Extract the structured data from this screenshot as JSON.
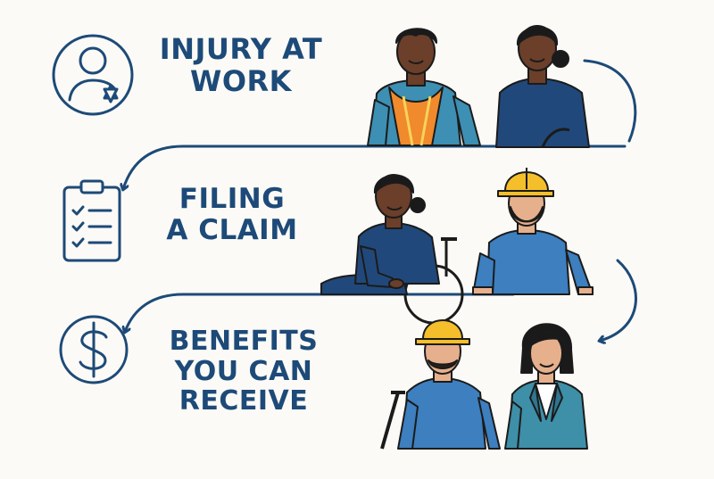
{
  "flow": {
    "steps": [
      {
        "lines": [
          "INJURY AT",
          "WORK"
        ],
        "icon": "injured-person-icon"
      },
      {
        "lines": [
          "FILING",
          "A CLAIM"
        ],
        "icon": "clipboard-checklist-icon"
      },
      {
        "lines": [
          "BENEFITS",
          "YOU CAN",
          "RECEIVE"
        ],
        "icon": "dollar-coin-icon"
      }
    ],
    "connector": "curved-arrow-icon"
  },
  "colors": {
    "navy": "#1d4a78",
    "blue_shirt": "#3d7fbf",
    "dark_blue": "#21487a",
    "teal_jacket": "#3e8fa8",
    "hard_hat": "#f5bf2b",
    "safety_vest": "#f08a2c",
    "skin_dark": "#6b3f2a",
    "skin_light": "#e6b08d",
    "hair": "#1a1a1a",
    "background": "#fbfaf6"
  }
}
